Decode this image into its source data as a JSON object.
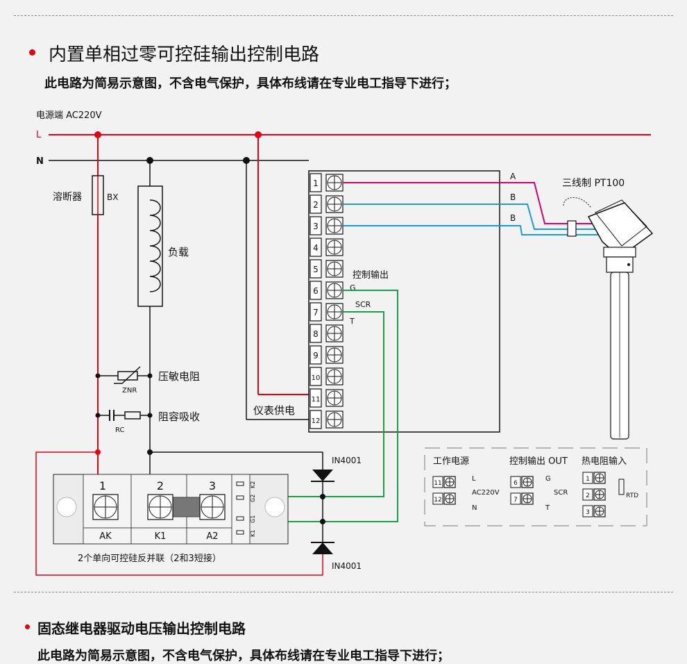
{
  "section1": {
    "title": "内置单相过零可控硅输出控制电路",
    "note": "此电路为简易示意图，不含电气保护，具体布线请在专业电工指导下进行；"
  },
  "diagram": {
    "power_label": "电源端  AC220V",
    "line_L": "L",
    "line_N": "N",
    "fuse_label": "溶断器",
    "fuse_code": "BX",
    "load_label": "负载",
    "varistor_label": "压敏电阻",
    "varistor_code": "ZNR",
    "rc_label": "阻容吸收",
    "rc_code": "RC",
    "meter_power_label": "仪表供电",
    "control_out_label": "控制输出",
    "scr_label": "SCR",
    "g_label": "G",
    "t_label": "T",
    "wire_a": "A",
    "wire_b1": "B",
    "wire_b2": "B",
    "pt100_label": "三线制 PT100",
    "terminals": [
      "1",
      "2",
      "3",
      "4",
      "5",
      "6",
      "7",
      "8",
      "9",
      "10",
      "11",
      "12"
    ],
    "module_terms": [
      "1",
      "2",
      "3"
    ],
    "module_bottom": [
      "AK",
      "K1",
      "A2"
    ],
    "module_side": [
      "K2",
      "G2",
      "G1",
      "K1"
    ],
    "module_caption": "2个单向可控硅反并联（2和3短接）",
    "diode_top": "IN4001",
    "diode_bottom": "IN4001",
    "legend": {
      "power_title": "工作电源",
      "power_terms": [
        "11",
        "12"
      ],
      "power_l": "L",
      "power_n": "N",
      "power_v": "AC220V",
      "ctrl_title": "控制输出 OUT",
      "ctrl_terms": [
        "6",
        "7"
      ],
      "ctrl_g": "G",
      "ctrl_t": "T",
      "ctrl_scr": "SCR",
      "rtd_title": "热电阻输入",
      "rtd_terms": [
        "1",
        "2",
        "3"
      ],
      "rtd_label": "RTD"
    }
  },
  "section2": {
    "title": "固态继电器驱动电压输出控制电路",
    "note": "此电路为简易示意图，不含电气保护，具体布线请在专业电工指导下进行；"
  },
  "colors": {
    "red": "#e60012",
    "pink": "#d6006f",
    "blue": "#1a9ad6",
    "green": "#18a048",
    "black": "#111111"
  }
}
